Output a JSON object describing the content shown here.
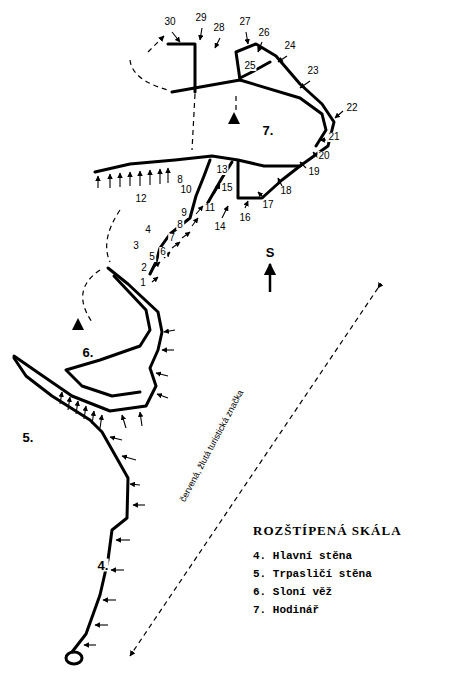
{
  "diagram": {
    "title": "ROZŠTÍPENÁ SKÁLA",
    "labels": [
      "30",
      "29",
      "28",
      "27",
      "26",
      "24",
      "25",
      "23",
      "22",
      "7.",
      "21",
      "20",
      "13",
      "19",
      "8",
      "18",
      "15",
      "10",
      "11",
      "17",
      "12",
      "9",
      "16",
      "14",
      "8",
      "4",
      "S",
      "7",
      "3",
      "6",
      "5",
      "2",
      "1",
      "6.",
      "5.",
      "červená, žlutá turistická značka",
      "4."
    ],
    "legend": [
      {
        "text": "4. Hlavní stěna"
      },
      {
        "text": "5. Trpasličí stěna"
      },
      {
        "text": "6. Sloní věž"
      },
      {
        "text": "7. Hodinář"
      }
    ]
  }
}
